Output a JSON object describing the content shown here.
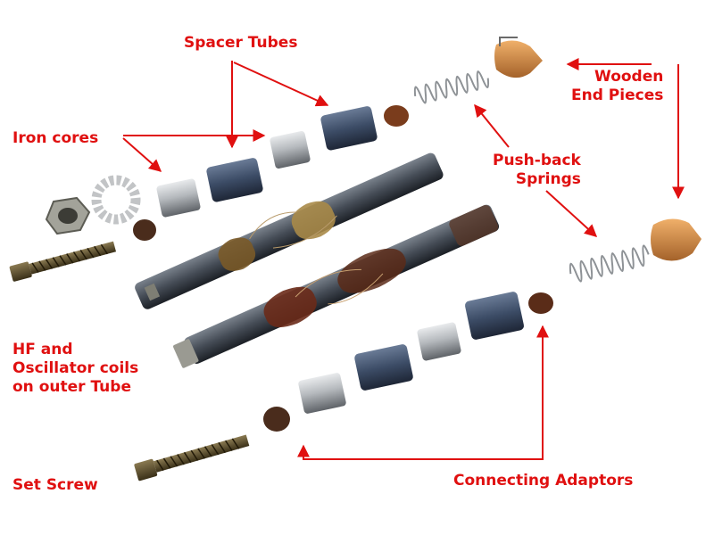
{
  "labels": {
    "spacer_tubes": "Spacer Tubes",
    "wooden_end_pieces": [
      "Wooden",
      "End Pieces"
    ],
    "iron_cores": "Iron cores",
    "push_back_springs": [
      "Push-back",
      "Springs"
    ],
    "hf_oscillator_coils": [
      "HF and",
      "Oscillator coils",
      "on outer Tube"
    ],
    "set_screw": "Set Screw",
    "connecting_adaptors": "Connecting Adaptors"
  },
  "colors": {
    "label_red": "#e01010",
    "background": "#ffffff",
    "coil_tube": "#454c56",
    "iron_core": "#b8bcc0",
    "spacer_blue": "#3c4c66",
    "wood": "#d58b3c",
    "brass": "#5a4a2a"
  }
}
